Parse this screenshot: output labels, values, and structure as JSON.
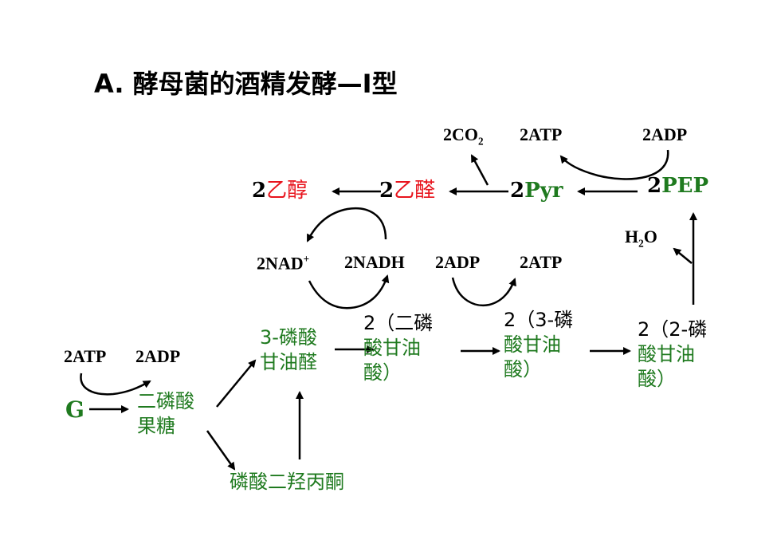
{
  "title": "A. 酵母菌的酒精发酵—I型",
  "top_row": {
    "co2_num": "2CO",
    "co2_sub": "2",
    "atp_right": "2ATP",
    "adp_right": "2ADP"
  },
  "row2": {
    "ethanol_num": "2",
    "ethanol": "乙醇",
    "acetaldehyde_num": "2",
    "acetaldehyde": "乙醛",
    "pyr_num": "2",
    "pyr": "Pyr",
    "pep_num": "2",
    "pep": "PEP"
  },
  "water": {
    "h": "H",
    "sub": "2",
    "o": "O"
  },
  "cofactors": {
    "nad_text": "2NAD",
    "nad_sup": "+",
    "nadh": "2NADH",
    "adp_mid": "2ADP",
    "atp_mid": "2ATP",
    "atp_left": "2ATP",
    "adp_left": "2ADP"
  },
  "intermediates": {
    "g3p_line1": "3-磷酸",
    "g3p_line2": "甘油醛",
    "bpg_line1": "2（二磷",
    "bpg_line2": "酸甘油",
    "bpg_line3": "酸）",
    "pg3_line1": "2（3-磷",
    "pg3_line2": "酸甘油",
    "pg3_line3": "酸）",
    "pg2_line1": "2（2-磷",
    "pg2_line2": "酸甘油",
    "pg2_line3": "酸）",
    "g": "G",
    "fbp_line1": "二磷酸",
    "fbp_line2": "果糖",
    "dhap": "磷酸二羟丙酮"
  },
  "colors": {
    "green": "#1f7a1f",
    "red": "#e8141d",
    "black": "#000000"
  }
}
